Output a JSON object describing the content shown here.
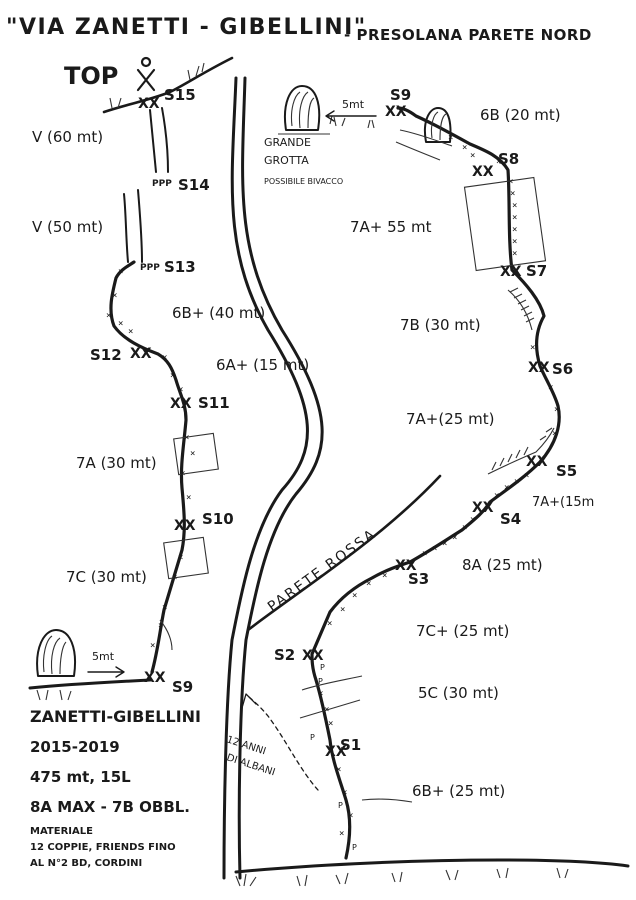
{
  "title": "\"VIA ZANETTI - GIBELLINI\"",
  "subtitle": "- PRESOLANA PARETE NORD",
  "top_label": "TOP",
  "parete_rossa": "PARETE ROSSA",
  "cave": {
    "name_line1": "GRANDE",
    "name_line2": "GROTTA",
    "note": "POSSIBILE BIVACCO",
    "distance": "5mt"
  },
  "start_distance": "5mt",
  "albani_note_line1": "12 ANNI",
  "albani_note_line2": "DI ALBANI",
  "info": {
    "name": "ZANETTI-GIBELLINI",
    "years": "2015-2019",
    "length": "475 mt, 15L",
    "difficulty": "8A MAX - 7B OBBL.",
    "material_title": "MATERIALE",
    "material_line1": "12 COPPIE, FRIENDS FINO",
    "material_line2": "AL N°2 BD, CORDINI"
  },
  "stations": {
    "s1": "S1",
    "s2": "S2",
    "s3": "S3",
    "s4": "S4",
    "s5": "S5",
    "s6": "S6",
    "s7": "S7",
    "s8": "S8",
    "s9_right": "S9",
    "s9_left": "S9",
    "s10": "S10",
    "s11": "S11",
    "s12": "S12",
    "s13": "S13",
    "s14": "S14",
    "s15": "S15"
  },
  "pitches": {
    "p1": "6B+ (25 mt)",
    "p2": "5C (30 mt)",
    "p3": "7C+ (25 mt)",
    "p4": "8A (25 mt)",
    "p5": "7A+(15m",
    "p6": "7A+(25 mt)",
    "p7": "7B (30 mt)",
    "p8": "7A+ 55 mt",
    "p9": "6B (20 mt)",
    "p10": "7C (30 mt)",
    "p11": "7A (30 mt)",
    "p12": "6A+ (15 mt)",
    "p13": "6B+ (40 mt)",
    "p14": "V (50 mt)",
    "p15": "V (60 mt)"
  }
}
